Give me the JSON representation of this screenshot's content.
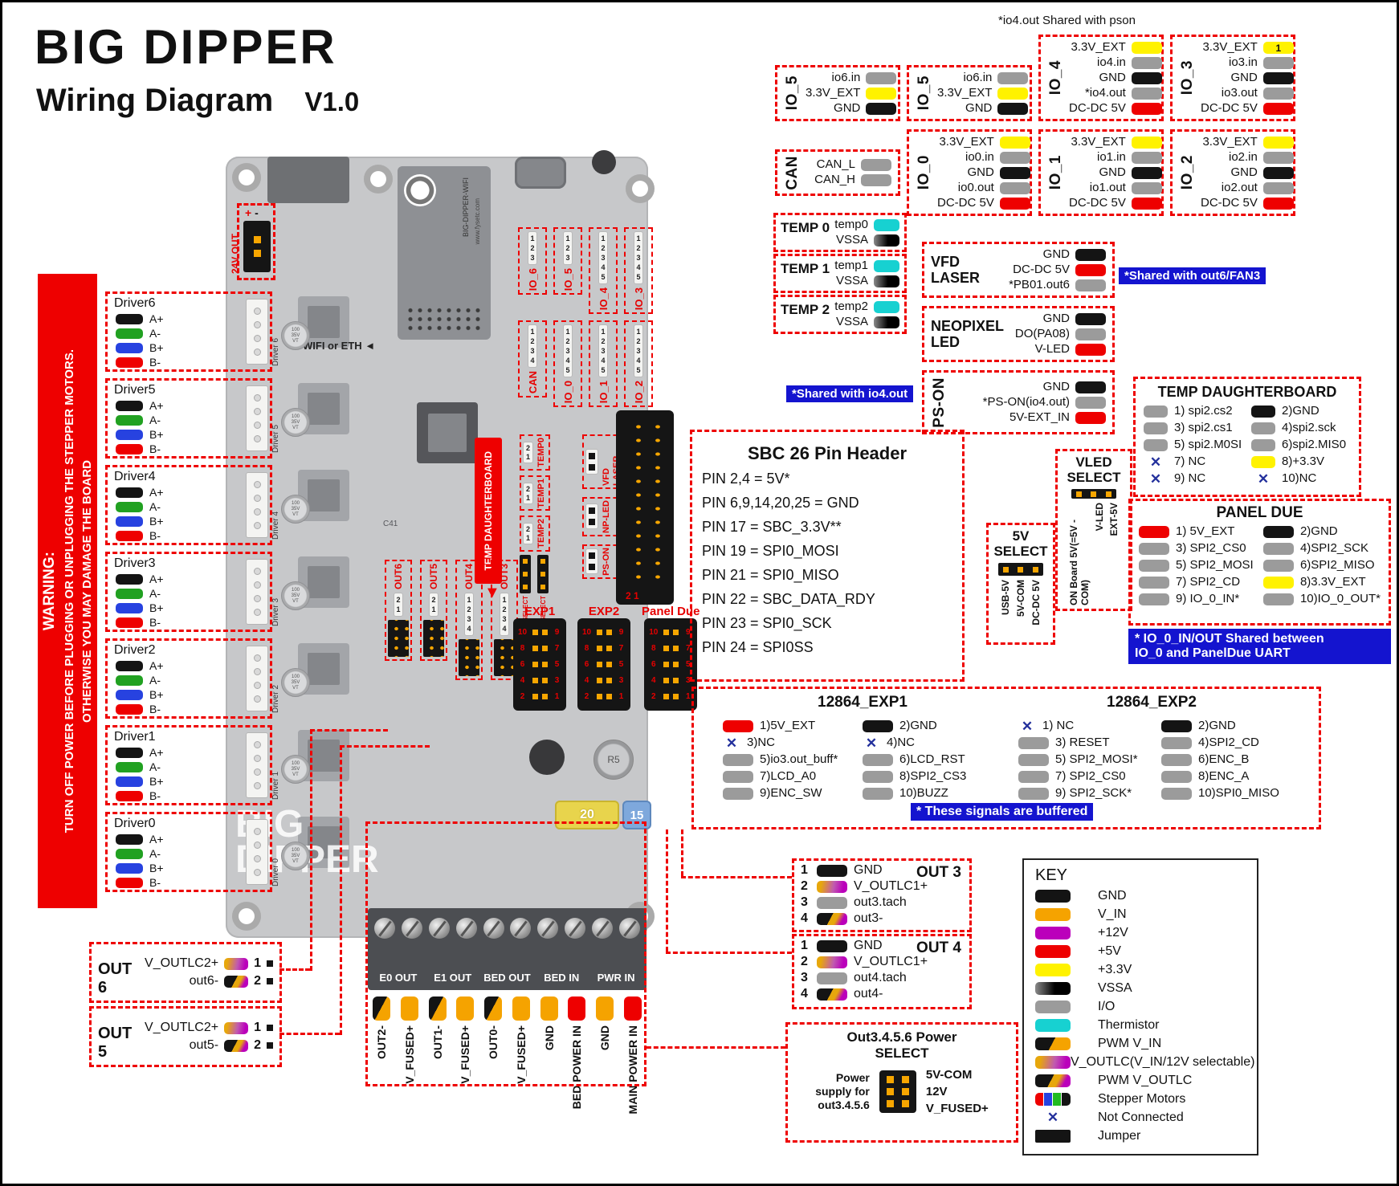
{
  "title": {
    "brand": "BIG DIPPER",
    "subtitle": "Wiring Diagram",
    "version": "V1.0"
  },
  "warning": {
    "head": "WARNING:",
    "line1": "TURN OFF POWER BEFORE PLUGGING OR UNPLUGGING THE STEPPER MOTORS.",
    "line2": "OTHERWISE YOU MAY DAMAGE THE BOARD"
  },
  "notes": {
    "io4_shared": "*io4.out Shared with  pson",
    "out6_shared": "*Shared with out6/FAN3",
    "io4out_shared": "*Shared with io4.out",
    "paneldue_1": "* IO_0_IN/OUT Shared between",
    "paneldue_2": "IO_0 and PanelDue UART",
    "buffered": "* These signals are buffered"
  },
  "driver_pin_set": [
    {
      "label": "A+",
      "color": "black"
    },
    {
      "label": "A-",
      "color": "green"
    },
    {
      "label": "B+",
      "color": "blue"
    },
    {
      "label": "B-",
      "color": "red"
    }
  ],
  "drivers": [
    {
      "name": "Driver6",
      "silk": "Driver 6"
    },
    {
      "name": "Driver5",
      "silk": "Driver 5"
    },
    {
      "name": "Driver4",
      "silk": "Driver 4"
    },
    {
      "name": "Driver3",
      "silk": "Driver 3"
    },
    {
      "name": "Driver2",
      "silk": "Driver 2"
    },
    {
      "name": "Driver1",
      "silk": "Driver 1"
    },
    {
      "name": "Driver0",
      "silk": "Driver 0"
    }
  ],
  "io_row1": [
    {
      "label": "IO_5",
      "pins": [
        {
          "label": "io6.in",
          "color": "io"
        },
        {
          "label": "3.3V_EXT",
          "color": "v33"
        },
        {
          "label": "GND",
          "color": "gnd"
        }
      ]
    },
    {
      "label": "IO_5",
      "pins": [
        {
          "label": "io6.in",
          "color": "io"
        },
        {
          "label": "3.3V_EXT",
          "color": "v33"
        },
        {
          "label": "GND",
          "color": "gnd"
        }
      ]
    },
    {
      "label": "IO_4",
      "pins": [
        {
          "label": "3.3V_EXT",
          "color": "v33"
        },
        {
          "label": "io4.in",
          "color": "io"
        },
        {
          "label": "GND",
          "color": "gnd"
        },
        {
          "label": "*io4.out",
          "color": "io"
        },
        {
          "label": "DC-DC 5V",
          "color": "v5"
        }
      ]
    },
    {
      "label": "IO_3",
      "pins": [
        {
          "label": "3.3V_EXT",
          "color": "v33",
          "tag": "1"
        },
        {
          "label": "io3.in",
          "color": "io"
        },
        {
          "label": "GND",
          "color": "gnd"
        },
        {
          "label": "io3.out",
          "color": "io"
        },
        {
          "label": "DC-DC 5V",
          "color": "v5"
        }
      ]
    }
  ],
  "io_row2": [
    {
      "label": "CAN",
      "pins": [
        {
          "label": "CAN_L",
          "color": "io"
        },
        {
          "label": "CAN_H",
          "color": "io"
        }
      ]
    },
    {
      "label": "IO_0",
      "pins": [
        {
          "label": "3.3V_EXT",
          "color": "v33"
        },
        {
          "label": "io0.in",
          "color": "io"
        },
        {
          "label": "GND",
          "color": "gnd"
        },
        {
          "label": "io0.out",
          "color": "io"
        },
        {
          "label": "DC-DC 5V",
          "color": "v5"
        }
      ]
    },
    {
      "label": "IO_1",
      "pins": [
        {
          "label": "3.3V_EXT",
          "color": "v33"
        },
        {
          "label": "io1.in",
          "color": "io"
        },
        {
          "label": "GND",
          "color": "gnd"
        },
        {
          "label": "io1.out",
          "color": "io"
        },
        {
          "label": "DC-DC 5V",
          "color": "v5"
        }
      ]
    },
    {
      "label": "IO_2",
      "pins": [
        {
          "label": "3.3V_EXT",
          "color": "v33"
        },
        {
          "label": "io2.in",
          "color": "io"
        },
        {
          "label": "GND",
          "color": "gnd"
        },
        {
          "label": "io2.out",
          "color": "io"
        },
        {
          "label": "DC-DC 5V",
          "color": "v5"
        }
      ]
    }
  ],
  "temps": [
    {
      "title": "TEMP 0",
      "pins": [
        {
          "label": "temp0",
          "color": "therm"
        },
        {
          "label": "VSSA",
          "color": "vssa"
        }
      ]
    },
    {
      "title": "TEMP 1",
      "pins": [
        {
          "label": "temp1",
          "color": "therm"
        },
        {
          "label": "VSSA",
          "color": "vssa"
        }
      ]
    },
    {
      "title": "TEMP 2",
      "pins": [
        {
          "label": "temp2",
          "color": "therm"
        },
        {
          "label": "VSSA",
          "color": "vssa"
        }
      ]
    }
  ],
  "vfd": {
    "title1": "VFD",
    "title2": "LASER",
    "pins": [
      {
        "label": "GND",
        "color": "gnd"
      },
      {
        "label": "DC-DC 5V",
        "color": "v5"
      },
      {
        "label": "*PB01.out6",
        "color": "io"
      }
    ]
  },
  "neopixel": {
    "title1": "NEOPIXEL",
    "title2": "LED",
    "pins": [
      {
        "label": "GND",
        "color": "gnd"
      },
      {
        "label": "DO(PA08)",
        "color": "io"
      },
      {
        "label": "V-LED",
        "color": "v5"
      }
    ]
  },
  "pson": {
    "label": "PS-ON",
    "pins": [
      {
        "label": "GND",
        "color": "gnd"
      },
      {
        "label": "*PS-ON(io4.out)",
        "color": "io"
      },
      {
        "label": "5V-EXT_IN",
        "color": "v5"
      }
    ]
  },
  "tempdb": {
    "title": "TEMP  DAUGHTERBOARD",
    "left": [
      {
        "label": "1) spi2.cs2",
        "color": "io"
      },
      {
        "label": "3) spi2.cs1",
        "color": "io"
      },
      {
        "label": "5) spi2.M0SI",
        "color": "io"
      },
      {
        "label": "7) NC",
        "color": "nc"
      },
      {
        "label": "9) NC",
        "color": "nc"
      }
    ],
    "right": [
      {
        "label": "2)GND",
        "color": "gnd"
      },
      {
        "label": "4)spi2.sck",
        "color": "io"
      },
      {
        "label": "6)spi2.MIS0",
        "color": "io"
      },
      {
        "label": "8)+3.3V",
        "color": "v33"
      },
      {
        "label": "10)NC",
        "color": "nc"
      }
    ]
  },
  "vled_select": {
    "title1": "VLED",
    "title2": "SELECT",
    "labels": [
      "ON Board 5V(=5V -COM)",
      "V-LED",
      "EXT-5V"
    ]
  },
  "v5_select": {
    "title1": "5V",
    "title2": "SELECT",
    "labels": [
      "USB-5V",
      "5V-COM",
      "DC-DC 5V"
    ]
  },
  "paneldue": {
    "title": "PANEL DUE",
    "left": [
      {
        "label": "1) 5V_EXT",
        "color": "v5"
      },
      {
        "label": "3) SPI2_CS0",
        "color": "io"
      },
      {
        "label": "5) SPI2_MOSI",
        "color": "io"
      },
      {
        "label": "7) SPI2_CD",
        "color": "io"
      },
      {
        "label": "9) IO_0_IN*",
        "color": "io"
      }
    ],
    "right": [
      {
        "label": "2)GND",
        "color": "gnd"
      },
      {
        "label": "4)SPI2_SCK",
        "color": "io"
      },
      {
        "label": "6)SPI2_MISO",
        "color": "io"
      },
      {
        "label": "8)3.3V_EXT",
        "color": "v33"
      },
      {
        "label": "10)IO_0_OUT*",
        "color": "io"
      }
    ]
  },
  "sbc": {
    "title": "SBC 26 Pin Header",
    "lines": [
      "PIN 2,4 = 5V*",
      "PIN 6,9,14,20,25 = GND",
      "PIN 17 = SBC_3.3V**",
      "PIN 19 = SPI0_MOSI",
      "PIN 21 = SPI0_MISO",
      "PIN 22 = SBC_DATA_RDY",
      "PIN 23 = SPI0_SCK",
      "PIN 24 = SPI0SS"
    ]
  },
  "exp1": {
    "title": "12864_EXP1",
    "left": [
      {
        "label": "1)5V_EXT",
        "color": "v5"
      },
      {
        "label": "3)NC",
        "color": "nc"
      },
      {
        "label": "5)io3.out_buff*",
        "color": "io"
      },
      {
        "label": "7)LCD_A0",
        "color": "io"
      },
      {
        "label": "9)ENC_SW",
        "color": "io"
      }
    ],
    "right": [
      {
        "label": "2)GND",
        "color": "gnd"
      },
      {
        "label": "4)NC",
        "color": "nc"
      },
      {
        "label": "6)LCD_RST",
        "color": "io"
      },
      {
        "label": "8)SPI2_CS3",
        "color": "io"
      },
      {
        "label": "10)BUZZ",
        "color": "io"
      }
    ]
  },
  "exp2": {
    "title": "12864_EXP2",
    "left": [
      {
        "label": "1) NC",
        "color": "nc"
      },
      {
        "label": "3) RESET",
        "color": "io"
      },
      {
        "label": "5) SPI2_MOSI*",
        "color": "io"
      },
      {
        "label": "7) SPI2_CS0",
        "color": "io"
      },
      {
        "label": "9) SPI2_SCK*",
        "color": "io"
      }
    ],
    "right": [
      {
        "label": "2)GND",
        "color": "gnd"
      },
      {
        "label": "4)SPI2_CD",
        "color": "io"
      },
      {
        "label": "6)ENC_B",
        "color": "io"
      },
      {
        "label": "8)ENC_A",
        "color": "io"
      },
      {
        "label": "10)SPI0_MISO",
        "color": "io"
      }
    ]
  },
  "out3": {
    "title": "OUT 3",
    "pins": [
      {
        "n": "1",
        "label": "GND",
        "color": "gnd"
      },
      {
        "n": "2",
        "label": "V_OUTLC1+",
        "color": "voutlc"
      },
      {
        "n": "3",
        "label": "out3.tach",
        "color": "io"
      },
      {
        "n": "4",
        "label": "out3-",
        "color": "pwmvoutlc"
      }
    ]
  },
  "out4": {
    "title": "OUT 4",
    "pins": [
      {
        "n": "1",
        "label": "GND",
        "color": "gnd"
      },
      {
        "n": "2",
        "label": "V_OUTLC1+",
        "color": "voutlc"
      },
      {
        "n": "3",
        "label": "out4.tach",
        "color": "io"
      },
      {
        "n": "4",
        "label": "out4-",
        "color": "pwmvoutlc"
      }
    ]
  },
  "out6": {
    "title": "OUT 6",
    "pins": [
      {
        "label": "V_OUTLC2+",
        "color": "voutlc",
        "n": "1"
      },
      {
        "label": "out6-",
        "color": "pwmvoutlc",
        "n": "2"
      }
    ]
  },
  "out5": {
    "title": "OUT 5",
    "pins": [
      {
        "label": "V_OUTLC2+",
        "color": "voutlc",
        "n": "1"
      },
      {
        "label": "out5-",
        "color": "pwmvoutlc",
        "n": "2"
      }
    ]
  },
  "power_select": {
    "title1": "Out3.4.5.6 Power",
    "title2": "SELECT",
    "left1": "Power",
    "left2": "supply for",
    "left3": "out3.4.5.6",
    "labels": [
      "5V-COM",
      "12V",
      "V_FUSED+"
    ]
  },
  "key": {
    "title": "KEY",
    "items": [
      {
        "label": "GND",
        "color": "gnd"
      },
      {
        "label": "V_IN",
        "color": "vin"
      },
      {
        "label": "+12V",
        "color": "v12"
      },
      {
        "label": "+5V",
        "color": "v5"
      },
      {
        "label": "+3.3V",
        "color": "v33"
      },
      {
        "label": "VSSA",
        "color": "vssa"
      },
      {
        "label": "I/O",
        "color": "io"
      },
      {
        "label": "Thermistor",
        "color": "therm"
      },
      {
        "label": "PWM V_IN",
        "color": "pwmvin"
      },
      {
        "label": "V_OUTLC(V_IN/12V selectable)",
        "color": "voutlc"
      },
      {
        "label": "PWM V_OUTLC",
        "color": "pwmvoutlc"
      },
      {
        "label": "Stepper Motors",
        "color": "steppers"
      },
      {
        "label": "Not Connected",
        "color": "nc"
      },
      {
        "label": "Jumper",
        "color": "jumper"
      }
    ]
  },
  "board": {
    "v24": "24V OUT",
    "plus": "+",
    "minus": "-",
    "wifi_eth": "WIFI or ETH ◄",
    "module1": "BIG-DIPPER-WIFI",
    "module2": "www.fysetc.com",
    "cap_lines": [
      "100",
      "35V",
      "VT"
    ],
    "c41": "C41",
    "coil": "R5",
    "fuse_a": "20",
    "fuse_b": "15",
    "silk1": "BIG",
    "silk2": "DIPPER",
    "tempdb_label": "TEMP DAUGHTERBOARD",
    "selects": [
      "5V_SELECT",
      "VLED-SELECT"
    ],
    "sbc_nums": "2 1",
    "io_band1": [
      {
        "label": "IO_6",
        "pins": [
          "1",
          "2",
          "3"
        ]
      },
      {
        "label": "IO_5",
        "pins": [
          "1",
          "2",
          "3"
        ]
      },
      {
        "label": "IO_4",
        "pins": [
          "1",
          "2",
          "3",
          "4",
          "5"
        ]
      },
      {
        "label": "IO_3",
        "pins": [
          "1",
          "2",
          "3",
          "4",
          "5"
        ]
      }
    ],
    "io_band2": [
      {
        "label": "CAN",
        "pins": [
          "1",
          "2",
          "3",
          "4"
        ]
      },
      {
        "label": "IO_0",
        "pins": [
          "1",
          "2",
          "3",
          "4",
          "5"
        ]
      },
      {
        "label": "IO_1",
        "pins": [
          "1",
          "2",
          "3",
          "4",
          "5"
        ]
      },
      {
        "label": "IO_2",
        "pins": [
          "1",
          "2",
          "3",
          "4",
          "5"
        ]
      }
    ],
    "temp_conns": [
      {
        "label": "TEMP0",
        "pins": [
          "2",
          "1"
        ]
      },
      {
        "label": "TEMP1",
        "pins": [
          "2",
          "1"
        ]
      },
      {
        "label": "TEMP2",
        "pins": [
          "2",
          "1"
        ]
      }
    ],
    "aux_conns": [
      {
        "label": "VFD LASER"
      },
      {
        "label": "NP-LED"
      },
      {
        "label": "PS-ON"
      }
    ],
    "out_conns": [
      {
        "label": "OUT6",
        "pins": [
          "2",
          "1"
        ]
      },
      {
        "label": "OUT5",
        "pins": [
          "2",
          "1"
        ]
      },
      {
        "label": "OUT4",
        "pins": [
          "1",
          "2",
          "3",
          "4"
        ]
      },
      {
        "label": "OUT3",
        "pins": [
          "1",
          "2",
          "3",
          "4"
        ]
      }
    ],
    "idc": [
      {
        "label": "EXP1"
      },
      {
        "label": "EXP2"
      },
      {
        "label": "Panel Due"
      }
    ],
    "idc_rows": [
      [
        "10",
        "9"
      ],
      [
        "8",
        "7"
      ],
      [
        "6",
        "5"
      ],
      [
        "4",
        "3"
      ],
      [
        "2",
        "1"
      ]
    ],
    "groups": [
      "E0 OUT",
      "E1 OUT",
      "BED OUT",
      "BED IN",
      "PWR IN"
    ],
    "terminals": [
      {
        "label": "OUT2-",
        "color": "pwmvin"
      },
      {
        "label": "V_FUSED+",
        "color": "vin"
      },
      {
        "label": "OUT1-",
        "color": "pwmvin"
      },
      {
        "label": "V_FUSED+",
        "color": "vin"
      },
      {
        "label": "OUT0-",
        "color": "pwmvin"
      },
      {
        "label": "V_FUSED+",
        "color": "vin"
      },
      {
        "label": "GND",
        "color": "vin"
      },
      {
        "label": "BED POWER IN",
        "color": "v5"
      },
      {
        "label": "GND",
        "color": "vin"
      },
      {
        "label": "MAIN POWER IN",
        "color": "v5"
      }
    ]
  }
}
